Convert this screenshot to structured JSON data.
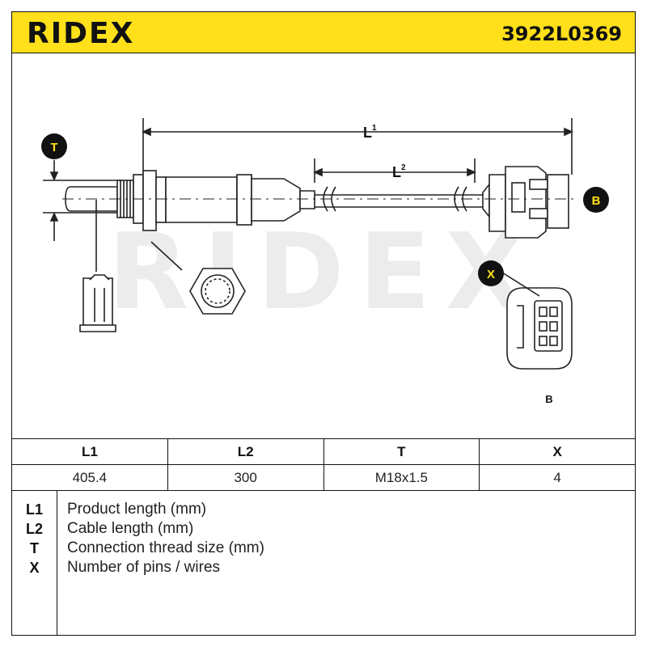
{
  "brand": {
    "logo_text": "RIDEX",
    "part_number": "3922L0369",
    "watermark": "RIDEX",
    "colors": {
      "accent_yellow": "#ffe01a",
      "line": "#222222",
      "watermark": "#ececec"
    }
  },
  "diagram": {
    "labels": {
      "t": "T",
      "l1": "L",
      "l1_sup": "1",
      "l2": "L",
      "l2_sup": "2",
      "b_marker": "B",
      "x_marker": "X",
      "connector_caption": "B"
    }
  },
  "table": {
    "headers": [
      "L1",
      "L2",
      "T",
      "X"
    ],
    "values": [
      "405.4",
      "300",
      "M18x1.5",
      "4"
    ]
  },
  "legend": [
    {
      "key": "L1",
      "desc": "Product length (mm)"
    },
    {
      "key": "L2",
      "desc": "Cable length (mm)"
    },
    {
      "key": "T",
      "desc": "Connection thread size (mm)"
    },
    {
      "key": "X",
      "desc": "Number of pins / wires"
    }
  ]
}
